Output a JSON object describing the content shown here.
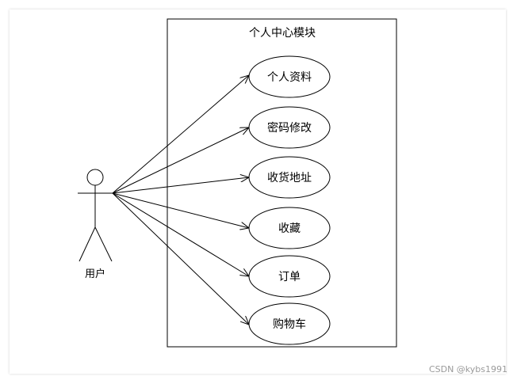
{
  "system": {
    "title": "个人中心模块"
  },
  "actor": {
    "label": "用户"
  },
  "use_cases": [
    {
      "label": "个人资料"
    },
    {
      "label": "密码修改"
    },
    {
      "label": "收货地址"
    },
    {
      "label": "收藏"
    },
    {
      "label": "订单"
    },
    {
      "label": "购物车"
    }
  ],
  "watermark": "CSDN @kybs1991"
}
